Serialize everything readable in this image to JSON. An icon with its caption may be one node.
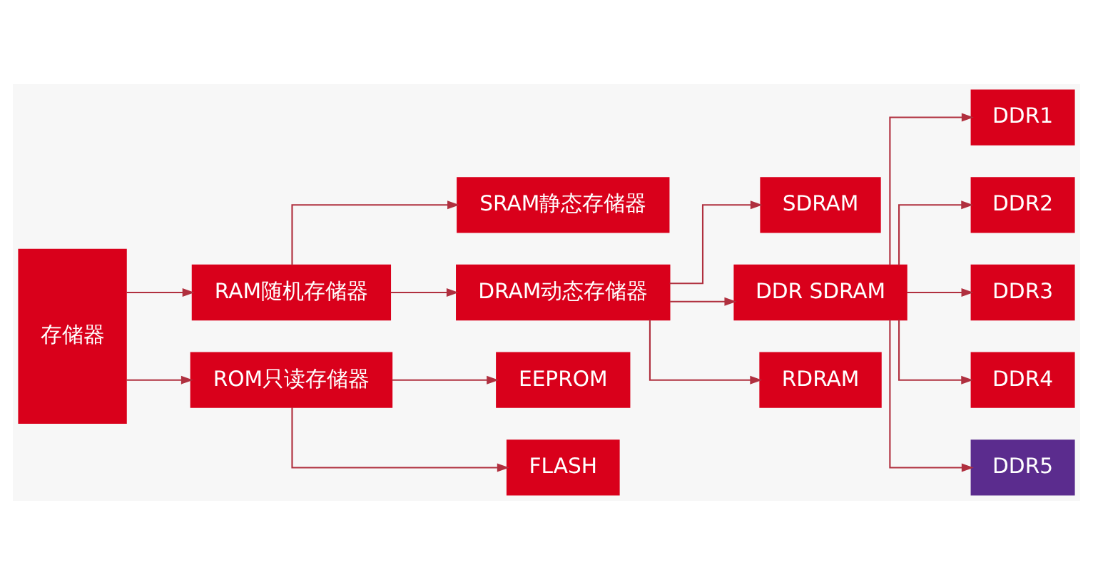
{
  "diagram": {
    "nodes": [
      {
        "text": [
          "存储器"
        ]
      },
      {
        "text": [
          "RAM随机存储器"
        ]
      },
      {
        "text": [
          "SRAM静态存储器"
        ]
      },
      {
        "text": [
          "DRAM动态存储器"
        ]
      },
      {
        "text": [
          "SDRAM"
        ]
      },
      {
        "text": [
          "DDR SDRAM"
        ]
      },
      {
        "text": [
          "RDRAM"
        ]
      },
      {
        "text": [
          "DDR1"
        ]
      },
      {
        "text": [
          "DDR2"
        ]
      },
      {
        "text": [
          "DDR3"
        ]
      },
      {
        "text": [
          "DDR4"
        ]
      },
      {
        "text": [
          "DDR5"
        ]
      },
      {
        "text": [
          "ROM只读存储器"
        ]
      },
      {
        "text": [
          "EEPROM"
        ]
      },
      {
        "text": [
          "FLASH"
        ]
      }
    ],
    "edges": [
      {
        "from": 0,
        "to": 1,
        "arrow": "to"
      },
      {
        "from": 0,
        "to": 12,
        "arrow": "to"
      },
      {
        "from": 1,
        "to": 2,
        "arrow": "to"
      },
      {
        "from": 1,
        "to": 3,
        "arrow": "to"
      },
      {
        "from": 3,
        "to": 4,
        "arrow": "to"
      },
      {
        "from": 3,
        "to": 5,
        "arrow": "to"
      },
      {
        "from": 3,
        "to": 6,
        "arrow": "to"
      },
      {
        "from": 5,
        "to": 7,
        "arrow": "to"
      },
      {
        "from": 5,
        "to": 8,
        "arrow": "to"
      },
      {
        "from": 5,
        "to": 9,
        "arrow": "to"
      },
      {
        "from": 5,
        "to": 10,
        "arrow": "to"
      },
      {
        "from": 5,
        "to": 11,
        "arrow": "to"
      },
      {
        "from": 12,
        "to": 13,
        "arrow": "to"
      },
      {
        "from": 12,
        "to": 14,
        "arrow": "to"
      }
    ]
  }
}
